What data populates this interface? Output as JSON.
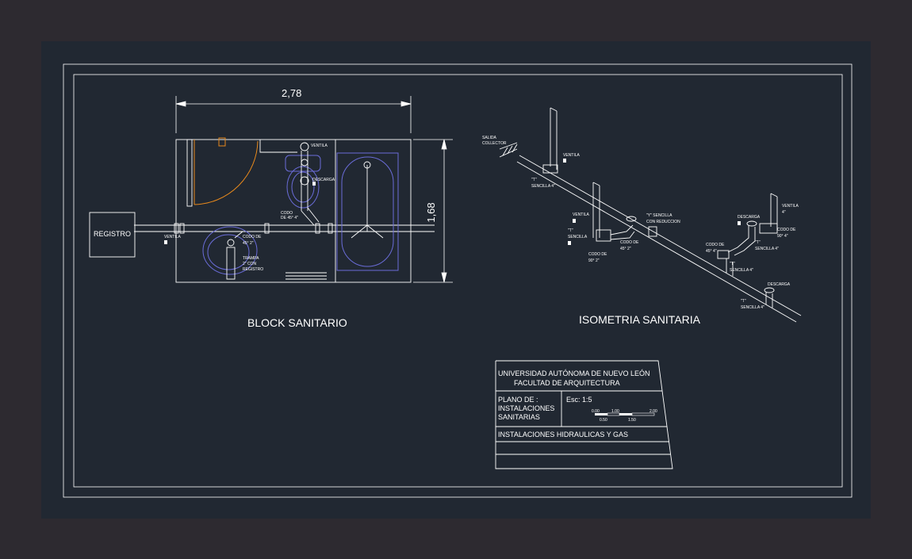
{
  "plan": {
    "dimension_width": "2,78",
    "dimension_height": "1,68",
    "registro": "REGISTRO",
    "ventila_top": "VENTILA",
    "ventila_left": "VENTILA",
    "descarga": "DESCARGA",
    "codo_45_4_line1": "CODO",
    "codo_45_4_line2": "DE 45° 4\"",
    "codo_45_2_line1": "CODO DE",
    "codo_45_2_line2": "45° 2\"",
    "trampa_line1": "TRAMPA",
    "trampa_line2": "2\" CON",
    "trampa_line3": "REGISTRO",
    "title": "BLOCK SANITARIO"
  },
  "isometric": {
    "salida_line1": "SALIDA",
    "salida_line2": "COLLECTOR",
    "ventila_1": "VENTILA",
    "t_sencilla_1_line1": "\"T\"",
    "t_sencilla_1_line2": "SENCILLA 4\"",
    "ventila_2": "VENTILA",
    "t_sencilla_2_line1": "\"T\"",
    "t_sencilla_2_line2": "SENCILLA",
    "codo_90_2_line1": "CODO DE",
    "codo_90_2_line2": "90° 2\"",
    "codo_45_2_line1": "CODO DE",
    "codo_45_2_line2": "45° 2\"",
    "t_reduccion_line1": "\"Y\" SENCILLA",
    "t_reduccion_line2": "CON REDUCCION",
    "descarga_1": "DESCARGA",
    "ventila_3_line1": "VENTILA",
    "ventila_3_line2": "4\"",
    "codo_45_4_line1": "CODO DE",
    "codo_45_4_line2": "45° 4\"",
    "codo_90_4_line1": "CODO DE",
    "codo_90_4_line2": "90° 4\"",
    "t_sencilla_3_line1": "\"T\"",
    "t_sencilla_3_line2": "SENCILLA 4\"",
    "t_sencilla_4_line1": "\"T\"",
    "t_sencilla_4_line2": "SENCILLA 4\"",
    "descarga_2": "DESCARGA",
    "t_sencilla_5_line1": "\"T\"",
    "t_sencilla_5_line2": "SENCILLA 4\"",
    "title": "ISOMETRIA SANITARIA"
  },
  "title_block": {
    "university": "UNIVERSIDAD AUTÓNOMA DE NUEVO LEÓN",
    "faculty": "FACULTAD DE ARQUITECTURA",
    "plano_line1": "PLANO DE :",
    "plano_line2": "INSTALACIONES",
    "plano_line3": "SANITARIAS",
    "scale": "Esc:  1:5",
    "scale_tick_1": "0.00",
    "scale_tick_2": "1.00",
    "scale_tick_3": "2.00",
    "scale_tick_4": "0.50",
    "scale_tick_5": "1.50",
    "subject": "INSTALACIONES HIDRAULICAS Y GAS"
  },
  "colors": {
    "background": "#2d2a30",
    "canvas": "#212832",
    "line": "#ffffff",
    "fixture": "#6a6cd8",
    "door": "#e8891c"
  }
}
